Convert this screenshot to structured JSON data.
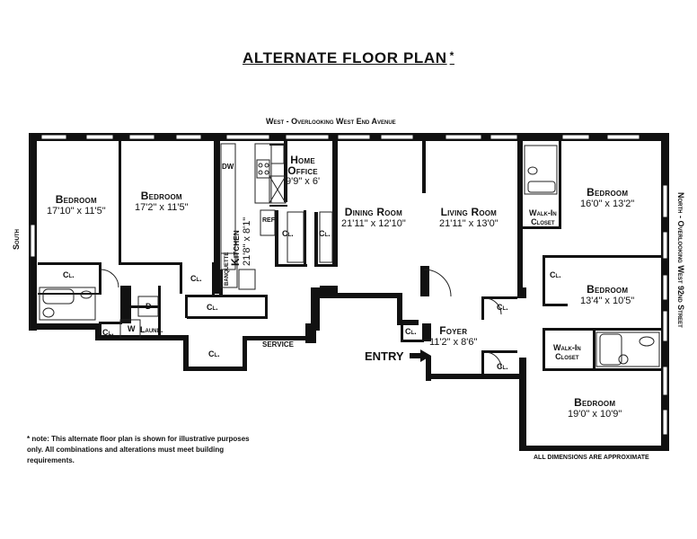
{
  "title": "ALTERNATE FLOOR PLAN",
  "title_mark": "*",
  "compass": {
    "west": "West - Overlooking West End Avenue",
    "south": "South",
    "north": "North - Overlooking West 92nd Street"
  },
  "rooms": {
    "bedroom1": {
      "name": "Bedroom",
      "dims": "17'10\" x 11'5\""
    },
    "bedroom2": {
      "name": "Bedroom",
      "dims": "17'2\" x 11'5\""
    },
    "kitchen": {
      "name": "Kitchen",
      "dims": "21'8\" x 8'1\""
    },
    "home_office": {
      "name1": "Home",
      "name2": "Office",
      "dims": "9'9\" x 6'"
    },
    "dining": {
      "name": "Dining Room",
      "dims": "21'11\" x 12'10\""
    },
    "living": {
      "name": "Living Room",
      "dims": "21'11\" x 13'0\""
    },
    "foyer": {
      "name": "Foyer",
      "dims": "11'2\" x 8'6\""
    },
    "bedroom3": {
      "name": "Bedroom",
      "dims": "16'0\" x 13'2\""
    },
    "bedroom4": {
      "name": "Bedroom",
      "dims": "13'4\" x 10'5\""
    },
    "bedroom5": {
      "name": "Bedroom",
      "dims": "19'0\" x 10'9\""
    }
  },
  "labels": {
    "closet": "Cl.",
    "walk_in1": "Walk-In",
    "walk_in2": "Closet",
    "dw": "DW",
    "ref": "REF",
    "banquette": "BANQUETTE",
    "d": "D",
    "w": "W",
    "laund": "Laund.",
    "service": "SERVICE",
    "entry": "ENTRY"
  },
  "note": "* note: This alternate floor plan is shown for illustrative purposes only. All combinations and alterations must meet building requirements.",
  "disclaimer": "ALL DIMENSIONS ARE APPROXIMATE",
  "colors": {
    "wall": "#111111",
    "window": "#ffffff",
    "fixture": "#222222",
    "background": "#ffffff"
  }
}
